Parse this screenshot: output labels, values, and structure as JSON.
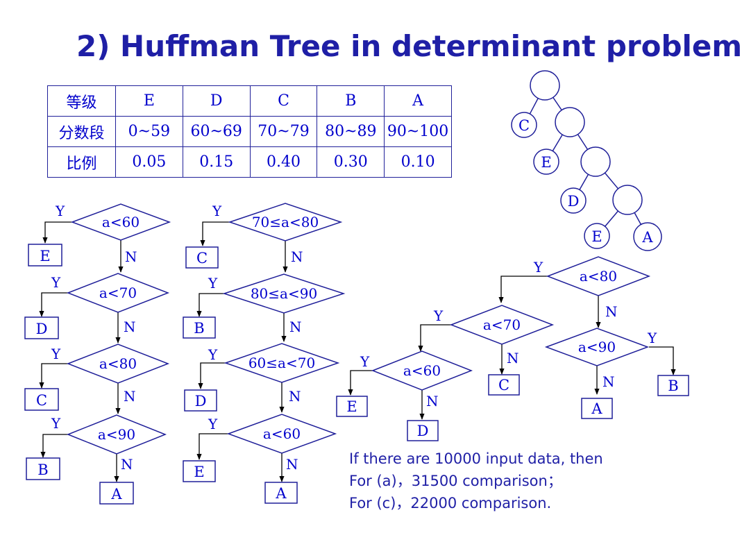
{
  "title": "2)  Huffman Tree in determinant problem",
  "table": {
    "rows": [
      {
        "header": "等级",
        "cells": [
          "E",
          "D",
          "C",
          "B",
          "A"
        ]
      },
      {
        "header": "分数段",
        "cells": [
          "0~59",
          "60~69",
          "70~79",
          "80~89",
          "90~100"
        ]
      },
      {
        "header": "比例",
        "cells": [
          "0.05",
          "0.15",
          "0.40",
          "0.30",
          "0.10"
        ]
      }
    ]
  },
  "tree": {
    "leaves": {
      "c": "C",
      "e1": "E",
      "d": "D",
      "e2": "E",
      "a": "A"
    }
  },
  "flow_a": {
    "conditions": [
      "a<60",
      "a<70",
      "a<80",
      "a<90"
    ],
    "results": [
      "E",
      "D",
      "C",
      "B",
      "A"
    ]
  },
  "flow_b": {
    "conditions": [
      "70≤a<80",
      "80≤a<90",
      "60≤a<70",
      "a<60"
    ],
    "results": [
      "C",
      "B",
      "D",
      "E",
      "A"
    ]
  },
  "flow_c": {
    "conditions": {
      "root": "a<80",
      "mid_left": "a<70",
      "low_left": "a<60",
      "right": "a<90"
    },
    "results": {
      "e": "E",
      "d": "D",
      "c": "C",
      "a": "A",
      "b": "B"
    }
  },
  "branch_labels": {
    "yes": "Y",
    "no": "N"
  },
  "note": {
    "line1": "If there are 10000 input data, then",
    "line2": "For (a)，31500 comparison；",
    "line3": "For (c)，22000  comparison."
  },
  "colors": {
    "text": "#0000cc",
    "title": "#1f1fa6",
    "line": "#000000",
    "shape": "#1f1f99"
  }
}
